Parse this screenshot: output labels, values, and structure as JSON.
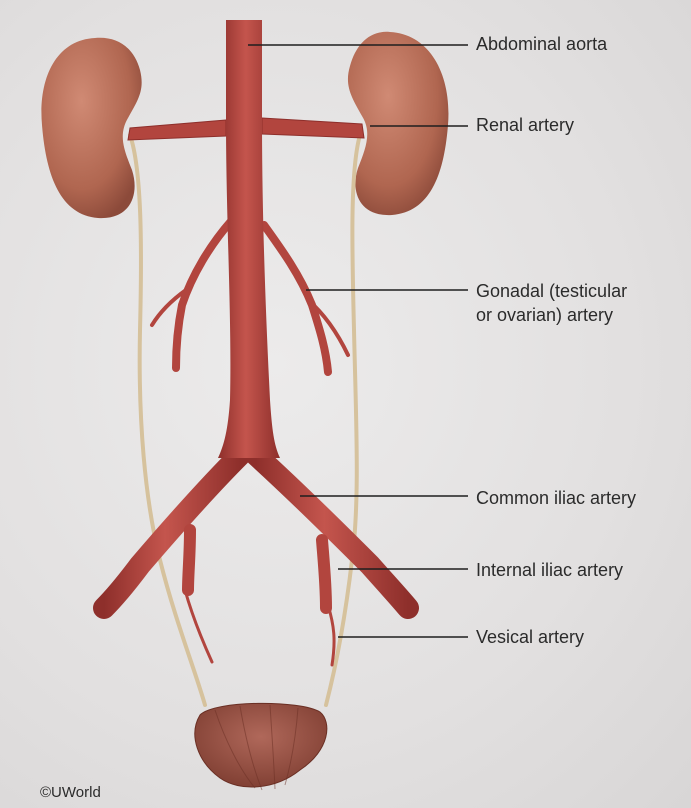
{
  "labels": {
    "abdominal_aorta": "Abdominal aorta",
    "renal_artery": "Renal artery",
    "gonadal_line1": "Gonadal (testicular",
    "gonadal_line2": "or ovarian) artery",
    "common_iliac": "Common iliac artery",
    "internal_iliac": "Internal iliac artery",
    "vesical": "Vesical artery"
  },
  "copyright": "©UWorld",
  "colors": {
    "artery": "#b2453e",
    "artery_dark": "#8e2f2b",
    "kidney": "#b7705c",
    "ureter": "#d9c6a2",
    "bladder": "#8e4a3a",
    "leader_line": "#1e1e1e"
  }
}
